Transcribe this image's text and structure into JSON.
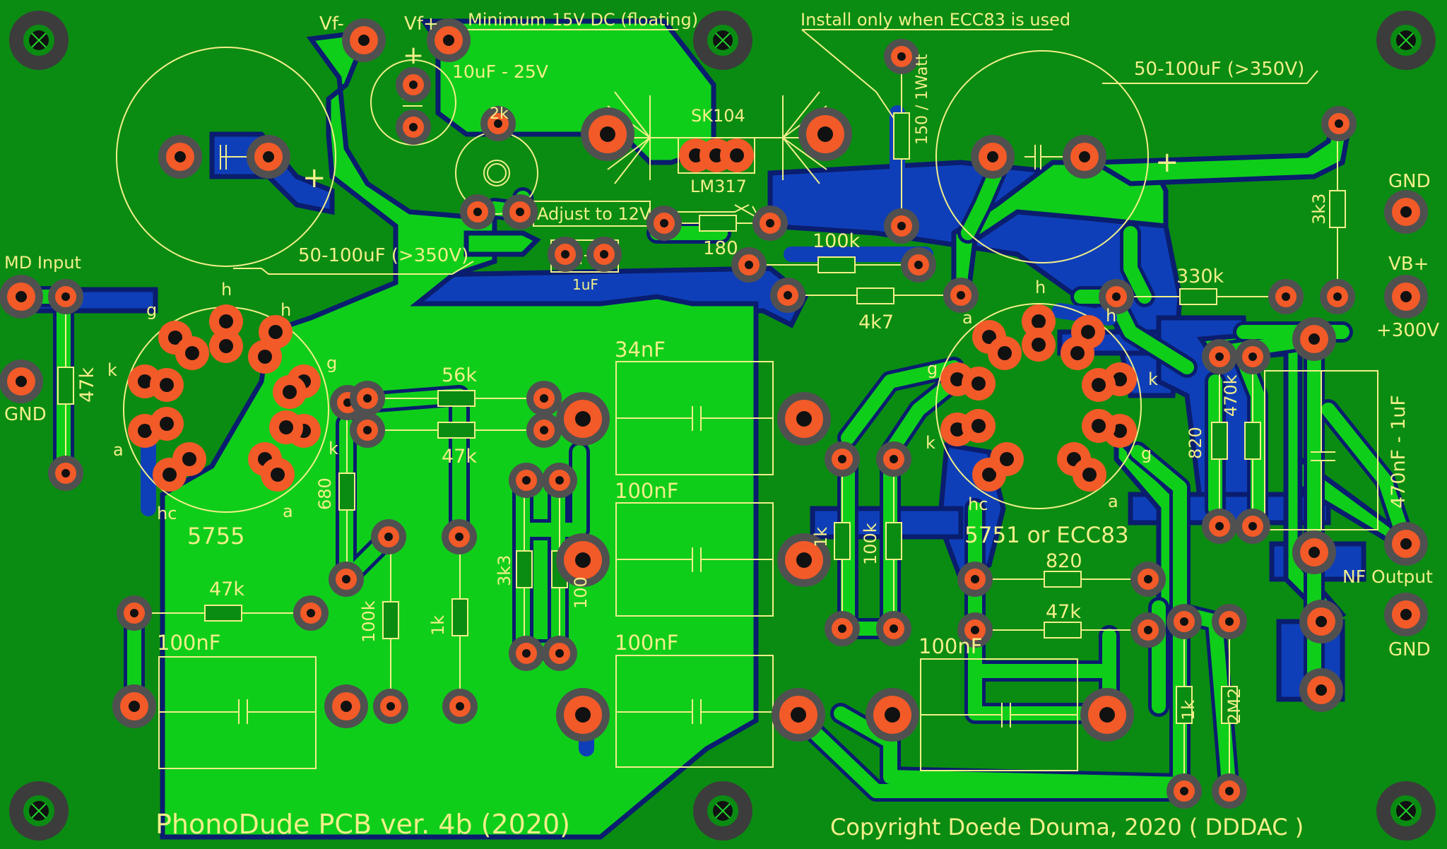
{
  "labels": {
    "vf_minus": "Vf-",
    "vf_plus": "Vf+",
    "vf_note": "Minimum 15V DC (floating)",
    "ecc83_note": "Install only when ECC83 is used",
    "cap_10uf": "10uF - 25V",
    "cap_bulk_left": "50-100uF (>350V)",
    "cap_bulk_right": "50-100uF (>350V)",
    "pot_2k": "2k",
    "sk104": "SK104",
    "lm317": "LM317",
    "adjust": "Adjust to 12V",
    "r_180": "180",
    "c_1uf": "1uF",
    "r_150": "150 / 1Watt",
    "r_100k_top": "100k",
    "r_4k7": "4k7",
    "r_3k3_right": "3k3",
    "r_330k": "330k",
    "gnd_top": "GND",
    "vb_plus": "VB+",
    "v300": "+300V",
    "md_input": "MD Input",
    "gnd_left": "GND",
    "r_47k_in": "47k",
    "r_56k": "56k",
    "r_47k_mid": "47k",
    "c_34nf": "34nF",
    "c_100nf_mid": "100nF",
    "c_100nf_bot": "100nF",
    "r_680": "680",
    "tube_left": "5755",
    "tube_right": "5751 or ECC83",
    "r_47k_bot": "47k",
    "c_100nf_left": "100nF",
    "r_100k_left": "100k",
    "r_1k_left": "1k",
    "r_3k3_mid": "3k3",
    "r_100_mid": "100",
    "r_1k_right": "1k",
    "r_100k_right": "100k",
    "r_820_bot": "820",
    "r_47k_right": "47k",
    "c_100nf_right": "100nF",
    "r_820_side": "820",
    "r_470k": "470k",
    "c_470nf": "470nF - 1uF",
    "nf_output": "NF Output",
    "gnd_right": "GND",
    "r_1k_bot": "1k",
    "r_2m2": "2M2",
    "title": "PhonoDude PCB ver. 4b (2020)",
    "copyright": "Copyright Doede Douma, 2020 ( DDDAC )"
  },
  "pin_labels": {
    "h": "h",
    "g": "g",
    "k": "k",
    "a": "a",
    "hc": "hc",
    "plus": "+"
  },
  "colors": {
    "board": "#0a8c12",
    "copper_top": "#0fce1a",
    "copper_bottom": "#0f3fb8",
    "outline": "#0a1d6e",
    "pad": "#f25a28",
    "pad_ring": "#505050",
    "hole": "#111111",
    "silkscreen": "#f2ef8a"
  }
}
